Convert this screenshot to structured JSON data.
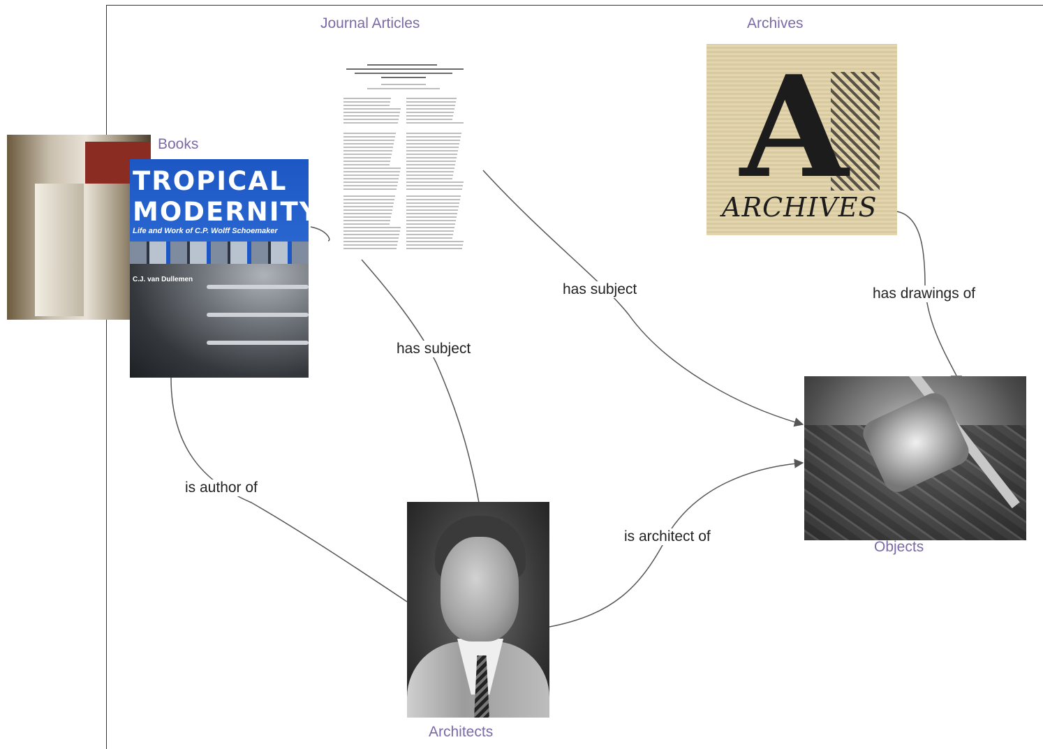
{
  "nodes": {
    "journal_articles": "Journal Articles",
    "archives": "Archives",
    "books": "Books",
    "objects": "Objects",
    "architects": "Architects"
  },
  "edges": {
    "journal_to_objects": "has subject",
    "books_to_architect": "has subject",
    "archives_to_objects": "has drawings of",
    "architect_author_of": "is author of",
    "architect_to_objects": "is architect of"
  },
  "book_cover": {
    "title_line1": "TROPICAL",
    "title_line2": "MODERNITY",
    "subtitle": "Life and Work of C.P. Wolff Schoemaker",
    "author": "C.J. van Dullemen"
  },
  "archives_image": {
    "initial": "A",
    "caption": "ARCHIVES"
  },
  "colors": {
    "node_label": "#7a6aa6",
    "edge_line": "#555555",
    "frame": "#333333"
  }
}
